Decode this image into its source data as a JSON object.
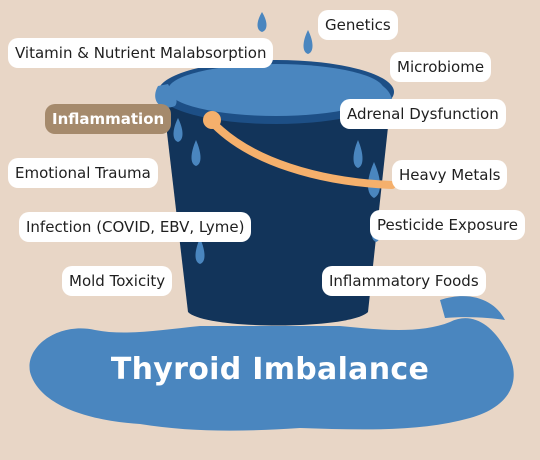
{
  "title": "Thyroid Imbalance",
  "colors": {
    "background": "#e8d6c6",
    "water": "#4a86bf",
    "bucket": "#12345a",
    "bucket_rim": "#0e2d52",
    "handle": "#f5b06c",
    "highlight": "#a58a6c"
  },
  "labels": [
    {
      "id": "genetics",
      "text": "Genetics",
      "highlighted": false
    },
    {
      "id": "vitamin",
      "text": "Vitamin & Nutrient Malabsorption",
      "highlighted": false
    },
    {
      "id": "microbiome",
      "text": "Microbiome",
      "highlighted": false
    },
    {
      "id": "inflammation",
      "text": "Inflammation",
      "highlighted": true
    },
    {
      "id": "adrenal",
      "text": "Adrenal Dysfunction",
      "highlighted": false
    },
    {
      "id": "emotional",
      "text": "Emotional Trauma",
      "highlighted": false
    },
    {
      "id": "heavy-metals",
      "text": "Heavy Metals",
      "highlighted": false
    },
    {
      "id": "infection",
      "text": "Infection (COVID, EBV, Lyme)",
      "highlighted": false
    },
    {
      "id": "pesticide",
      "text": "Pesticide Exposure",
      "highlighted": false
    },
    {
      "id": "mold",
      "text": "Mold Toxicity",
      "highlighted": false
    },
    {
      "id": "inflammatory-foods",
      "text": "Inflammatory Foods",
      "highlighted": false
    }
  ]
}
